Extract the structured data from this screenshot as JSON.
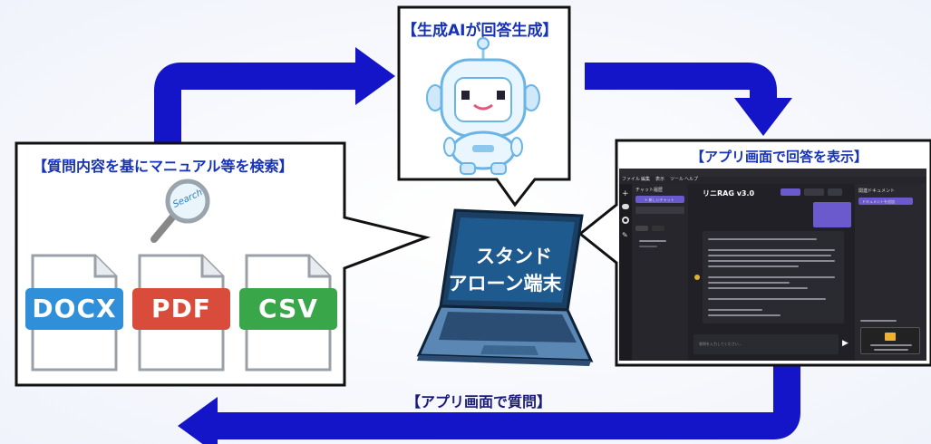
{
  "callouts": {
    "ai": "【生成AIが回答生成】",
    "search": "【質問内容を基にマニュアル等を検索】",
    "display": "【アプリ画面で回答を表示】"
  },
  "files": [
    "DOCX",
    "PDF",
    "CSV"
  ],
  "magnifier_text": "Search",
  "laptop_text": [
    "スタンド",
    "アローン端末"
  ],
  "bottom_label": "【アプリ画面で質問】",
  "app": {
    "title": "リニRAG v3.0",
    "menu": [
      "ファイル",
      "編集",
      "表示",
      "ツール",
      "ヘルプ"
    ],
    "sidebar_heading": "チャット履歴",
    "new_chat": "+ 新しいチャット",
    "right_heading": "関連ドキュメント",
    "right_button": "ドキュメントを追加",
    "input_placeholder": "質問を入力してください..."
  },
  "colors": {
    "arrow": "#1414c8",
    "title": "#1632b8",
    "docx": "#2f8fd8",
    "pdf": "#d94b3a",
    "csv": "#3aa64a",
    "laptop_screen": "#1e5a8e",
    "app_accent": "#6a5acd"
  }
}
